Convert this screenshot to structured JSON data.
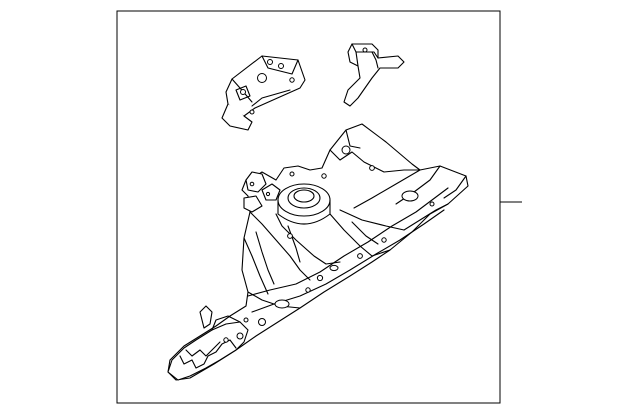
{
  "diagram": {
    "kind": "exploded-parts-illustration",
    "parts": [
      {
        "id": "bracket-left",
        "icon": "bracket-icon"
      },
      {
        "id": "bracket-right",
        "icon": "clip-bracket-icon"
      },
      {
        "id": "rear-side-member-assembly",
        "icon": "frame-rail-icon"
      }
    ],
    "callout": {
      "label": ""
    },
    "colors": {
      "line": "#000000",
      "background": "#ffffff",
      "frame": "#000000"
    }
  }
}
